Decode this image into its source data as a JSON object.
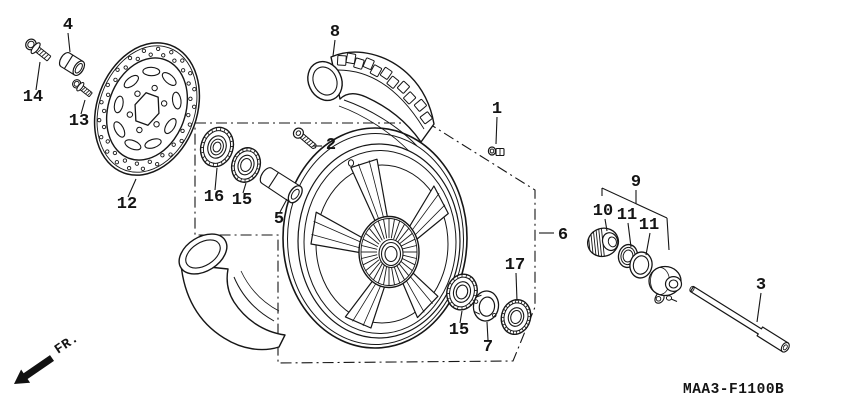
{
  "diagram": {
    "description": "Honda front wheel exploded parts diagram",
    "code": "MAA3-F1100B",
    "orientation_label": "FR.",
    "colors": {
      "line": "#161616",
      "background": "#ffffff"
    },
    "parts": {
      "p1": "1",
      "p2": "2",
      "p3": "3",
      "p4": "4",
      "p5": "5",
      "p6": "6",
      "p7": "7",
      "p8": "8",
      "p9": "9",
      "p10": "10",
      "p11a": "11",
      "p11b": "11",
      "p12": "12",
      "p13": "13",
      "p14": "14",
      "p15a": "15",
      "p15b": "15",
      "p16": "16",
      "p17": "17"
    }
  }
}
